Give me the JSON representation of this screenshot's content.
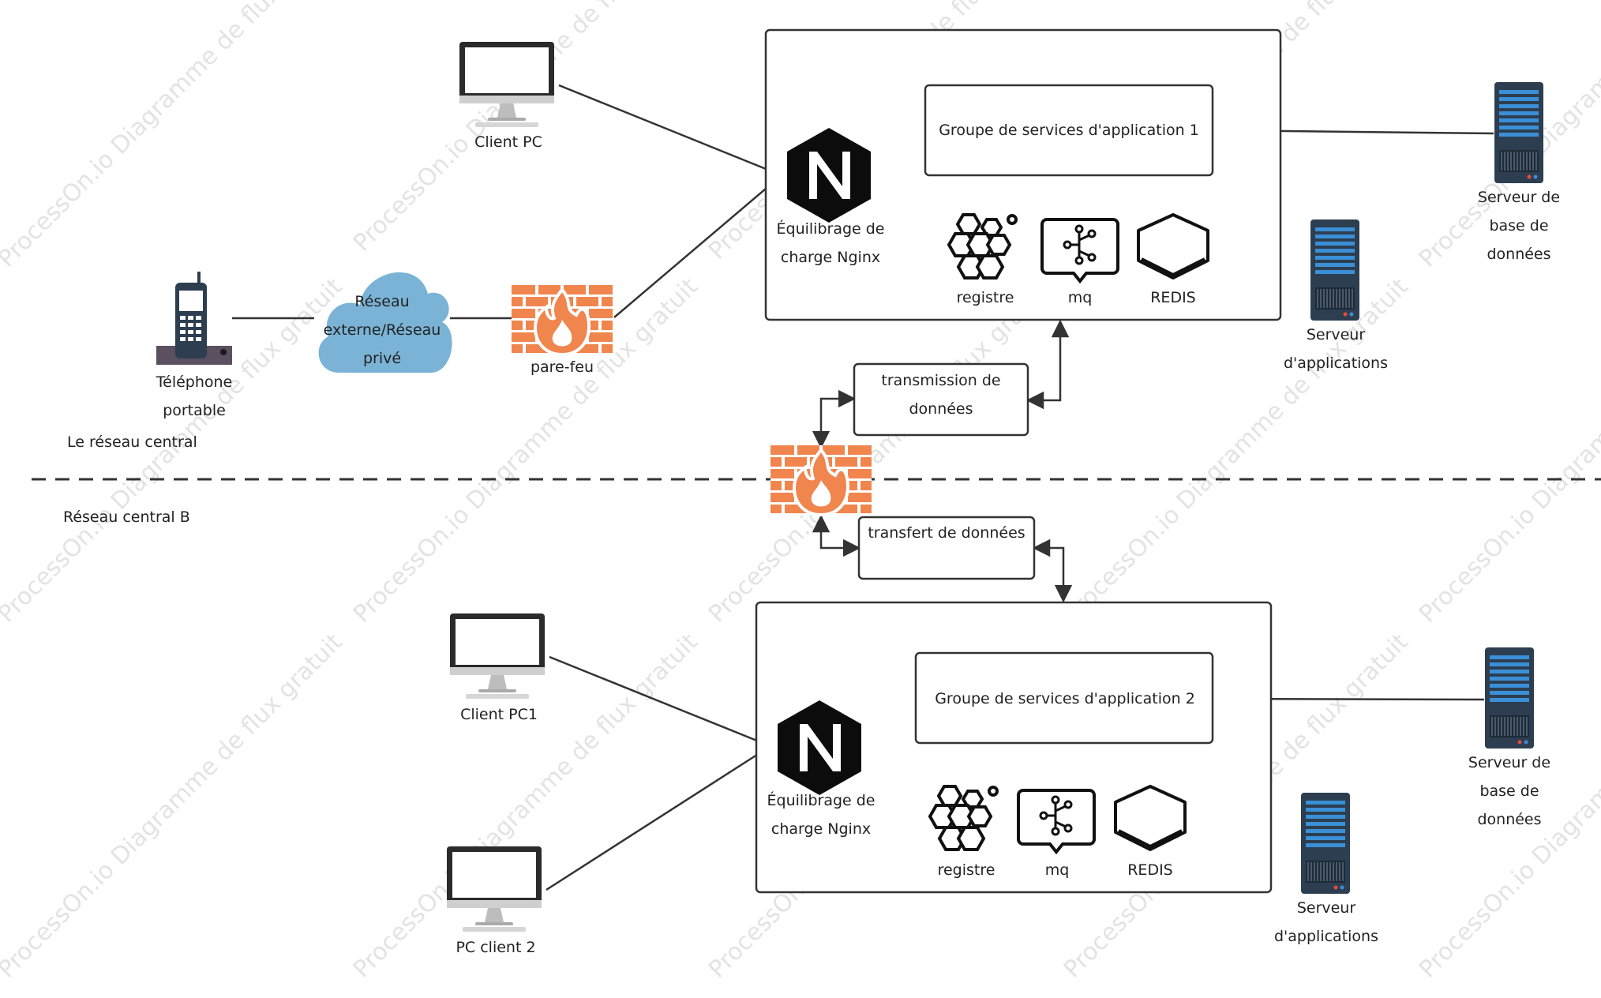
{
  "watermark": "ProcessOn.io Diagramme de flux gratuit",
  "colors": {
    "line": "#333333",
    "firewall": "#f0854e",
    "cloud": "#7ab3d6",
    "server": "#2c3e50",
    "server_led": "#3a8fd6"
  },
  "top": {
    "client_pc": "Client PC",
    "phone": [
      "Téléphone",
      "portable"
    ],
    "cloud": [
      "Réseau",
      "externe/Réseau",
      "privé"
    ],
    "firewall": "pare-feu",
    "zone": "Le réseau central",
    "nginx": [
      "Équilibrage de",
      "charge Nginx"
    ],
    "group": "Groupe de services d'application 1",
    "registry": "registre",
    "mq": "mq",
    "redis": "REDIS",
    "app_server": [
      "Serveur",
      "d'applications"
    ],
    "db_server": [
      "Serveur de",
      "base de",
      "données"
    ]
  },
  "middle": {
    "transmission": [
      "transmission de",
      "données"
    ],
    "transfer": "transfert de données"
  },
  "bottom": {
    "zone": "Réseau central B",
    "client_pc1": "Client PC1",
    "client_pc2": "PC client 2",
    "nginx": [
      "Équilibrage de",
      "charge Nginx"
    ],
    "group": "Groupe de services d'application 2",
    "registry": "registre",
    "mq": "mq",
    "redis": "REDIS",
    "app_server": [
      "Serveur",
      "d'applications"
    ],
    "db_server": [
      "Serveur de",
      "base de",
      "données"
    ]
  }
}
